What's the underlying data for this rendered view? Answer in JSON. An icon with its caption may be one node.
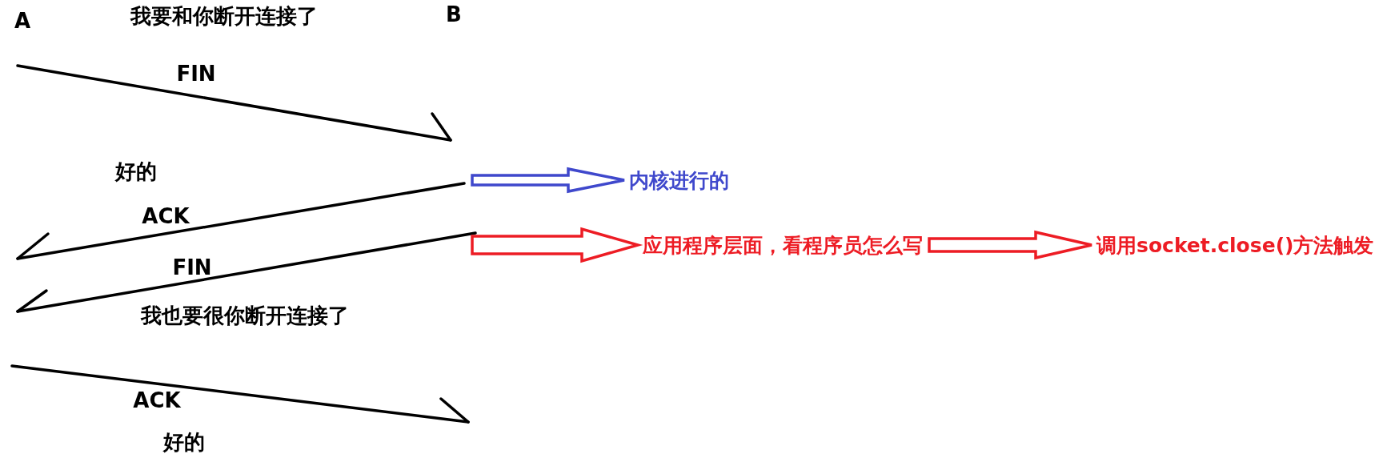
{
  "diagram": {
    "nodes": [
      {
        "text": [
          "内核进行的"
        ]
      },
      {
        "text": [
          "应用程序层面，看程序员怎么写"
        ]
      },
      {
        "text": [
          "调用socket.close()方法触发"
        ]
      }
    ],
    "edges": [
      {
        "from": null,
        "to": 0,
        "arrow": "to",
        "color": "#3f48cc"
      },
      {
        "from": null,
        "to": 1,
        "arrow": "to",
        "color": "#ed1c24"
      },
      {
        "from": 1,
        "to": 2,
        "arrow": "to",
        "color": "#ed1c24"
      }
    ],
    "labels": [
      "A",
      "我要和你断开连接了",
      "B",
      "FIN",
      "好的",
      "ACK",
      "FIN",
      "我也要很你断开连接了",
      "ACK",
      "好的"
    ]
  }
}
